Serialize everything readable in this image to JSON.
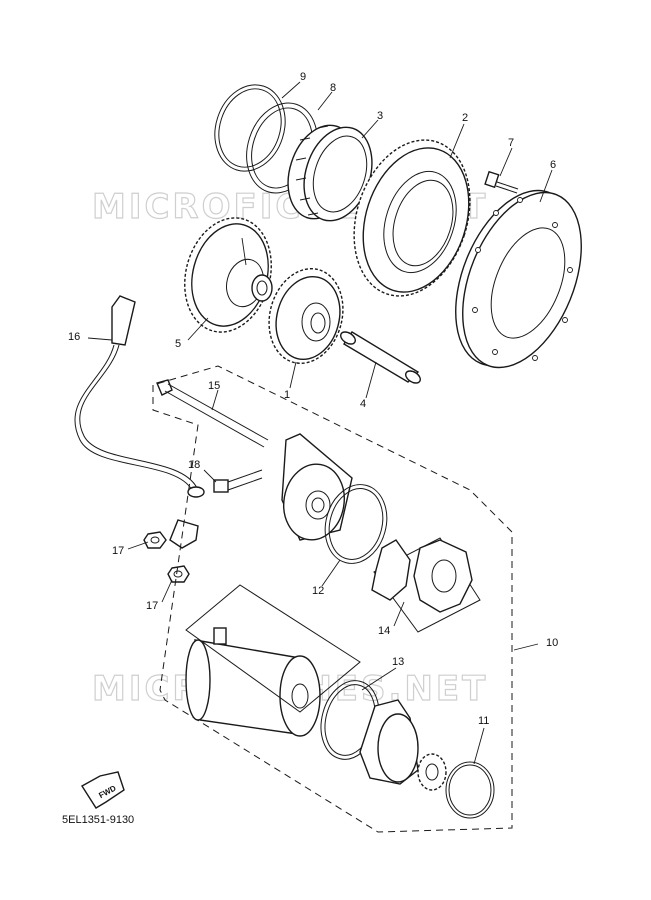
{
  "watermark": "MICROFICHES.NET",
  "drawing_code": "5EL1351-9130",
  "fwd_label": "FWD",
  "callouts": {
    "c1": "1",
    "c2": "2",
    "c3": "3",
    "c4": "4",
    "c5": "5",
    "c6": "6",
    "c7": "7",
    "c8": "8",
    "c9": "9",
    "c10": "10",
    "c11": "11",
    "c12": "12",
    "c13": "13",
    "c14": "14",
    "c15": "15",
    "c16": "16",
    "c17a": "17",
    "c17b": "17",
    "c18": "18"
  },
  "parts": [
    {
      "ref": "1",
      "name": "small-gear"
    },
    {
      "ref": "2",
      "name": "starter-wheel-gear"
    },
    {
      "ref": "3",
      "name": "one-way-clutch"
    },
    {
      "ref": "4",
      "name": "shaft"
    },
    {
      "ref": "5",
      "name": "idler-gear"
    },
    {
      "ref": "6",
      "name": "clutch-housing-plate"
    },
    {
      "ref": "7",
      "name": "bolt"
    },
    {
      "ref": "8",
      "name": "ring"
    },
    {
      "ref": "9",
      "name": "circlip"
    },
    {
      "ref": "10",
      "name": "starting-motor-assembly"
    },
    {
      "ref": "11",
      "name": "o-ring"
    },
    {
      "ref": "12",
      "name": "o-ring"
    },
    {
      "ref": "13",
      "name": "o-ring"
    },
    {
      "ref": "14",
      "name": "brush-set"
    },
    {
      "ref": "15",
      "name": "long-bolt"
    },
    {
      "ref": "16",
      "name": "starter-lead-wire"
    },
    {
      "ref": "17",
      "name": "nut"
    },
    {
      "ref": "18",
      "name": "bolt"
    }
  ]
}
